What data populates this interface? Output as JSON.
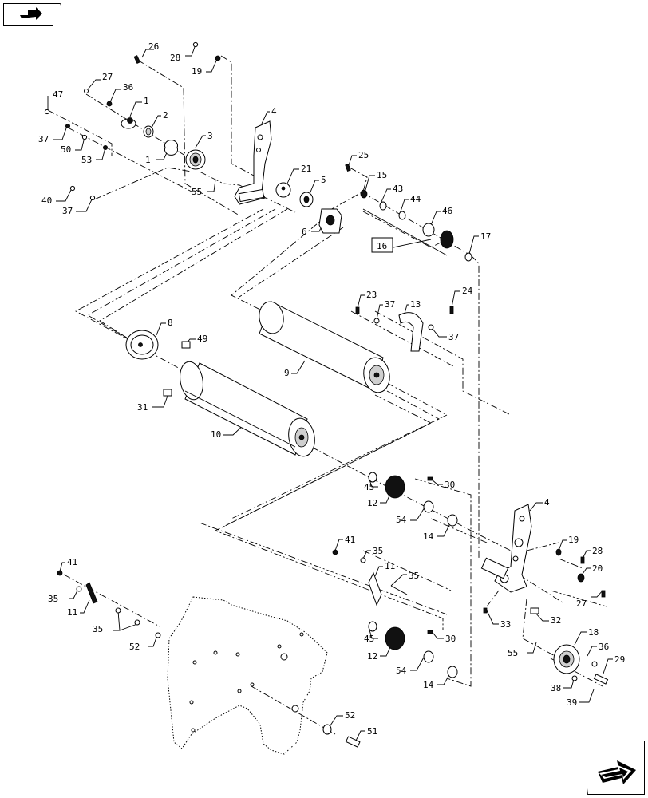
{
  "callouts": [
    {
      "t": "26"
    },
    {
      "t": "28"
    },
    {
      "t": "19"
    },
    {
      "t": "27"
    },
    {
      "t": "36"
    },
    {
      "t": "1"
    },
    {
      "t": "2"
    },
    {
      "t": "47"
    },
    {
      "t": "37"
    },
    {
      "t": "50"
    },
    {
      "t": "53"
    },
    {
      "t": "1"
    },
    {
      "t": "3"
    },
    {
      "t": "4"
    },
    {
      "t": "40"
    },
    {
      "t": "37"
    },
    {
      "t": "55"
    },
    {
      "t": "21"
    },
    {
      "t": "5"
    },
    {
      "t": "25"
    },
    {
      "t": "15"
    },
    {
      "t": "43"
    },
    {
      "t": "44"
    },
    {
      "t": "46"
    },
    {
      "t": "6"
    },
    {
      "t": "16"
    },
    {
      "t": "17"
    },
    {
      "t": "23"
    },
    {
      "t": "37"
    },
    {
      "t": "13"
    },
    {
      "t": "24"
    },
    {
      "t": "37"
    },
    {
      "t": "8"
    },
    {
      "t": "49"
    },
    {
      "t": "9"
    },
    {
      "t": "31"
    },
    {
      "t": "10"
    },
    {
      "t": "45"
    },
    {
      "t": "30"
    },
    {
      "t": "12"
    },
    {
      "t": "54"
    },
    {
      "t": "14"
    },
    {
      "t": "4"
    },
    {
      "t": "19"
    },
    {
      "t": "28"
    },
    {
      "t": "20"
    },
    {
      "t": "27"
    },
    {
      "t": "41"
    },
    {
      "t": "35"
    },
    {
      "t": "11"
    },
    {
      "t": "35"
    },
    {
      "t": "41"
    },
    {
      "t": "35"
    },
    {
      "t": "11"
    },
    {
      "t": "35"
    },
    {
      "t": "52"
    },
    {
      "t": "33"
    },
    {
      "t": "32"
    },
    {
      "t": "45"
    },
    {
      "t": "30"
    },
    {
      "t": "12"
    },
    {
      "t": "54"
    },
    {
      "t": "14"
    },
    {
      "t": "18"
    },
    {
      "t": "36"
    },
    {
      "t": "55"
    },
    {
      "t": "29"
    },
    {
      "t": "38"
    },
    {
      "t": "39"
    },
    {
      "t": "52"
    },
    {
      "t": "51"
    }
  ],
  "nav": {
    "prev_icon": "back-arrow-icon",
    "next_icon": "forward-arrow-icon"
  }
}
